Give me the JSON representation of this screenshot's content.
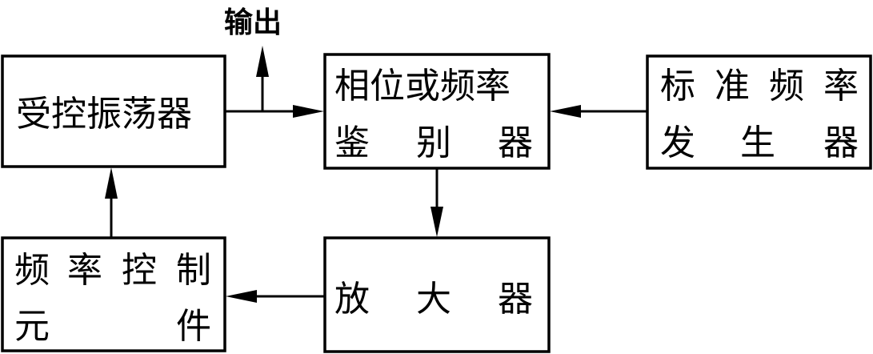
{
  "output_label": "输出",
  "blocks": {
    "controlled_oscillator": {
      "label": "受控振荡器"
    },
    "phase_freq_discriminator": {
      "line1": "相位或频率",
      "line2": "鉴 别 器",
      "line2_chars": [
        "鉴",
        "别",
        "器"
      ]
    },
    "standard_freq_generator": {
      "line1_chars": [
        "标",
        "准",
        "频",
        "率"
      ],
      "line2_chars": [
        "发",
        "生",
        "器"
      ]
    },
    "freq_control_element": {
      "line1_chars": [
        "频",
        "率",
        "控",
        "制"
      ],
      "line2_chars": [
        "元",
        "件"
      ]
    },
    "amplifier": {
      "label_chars": [
        "放",
        "大",
        "器"
      ]
    }
  },
  "colors": {
    "stroke": "#000000",
    "background": "#ffffff"
  }
}
